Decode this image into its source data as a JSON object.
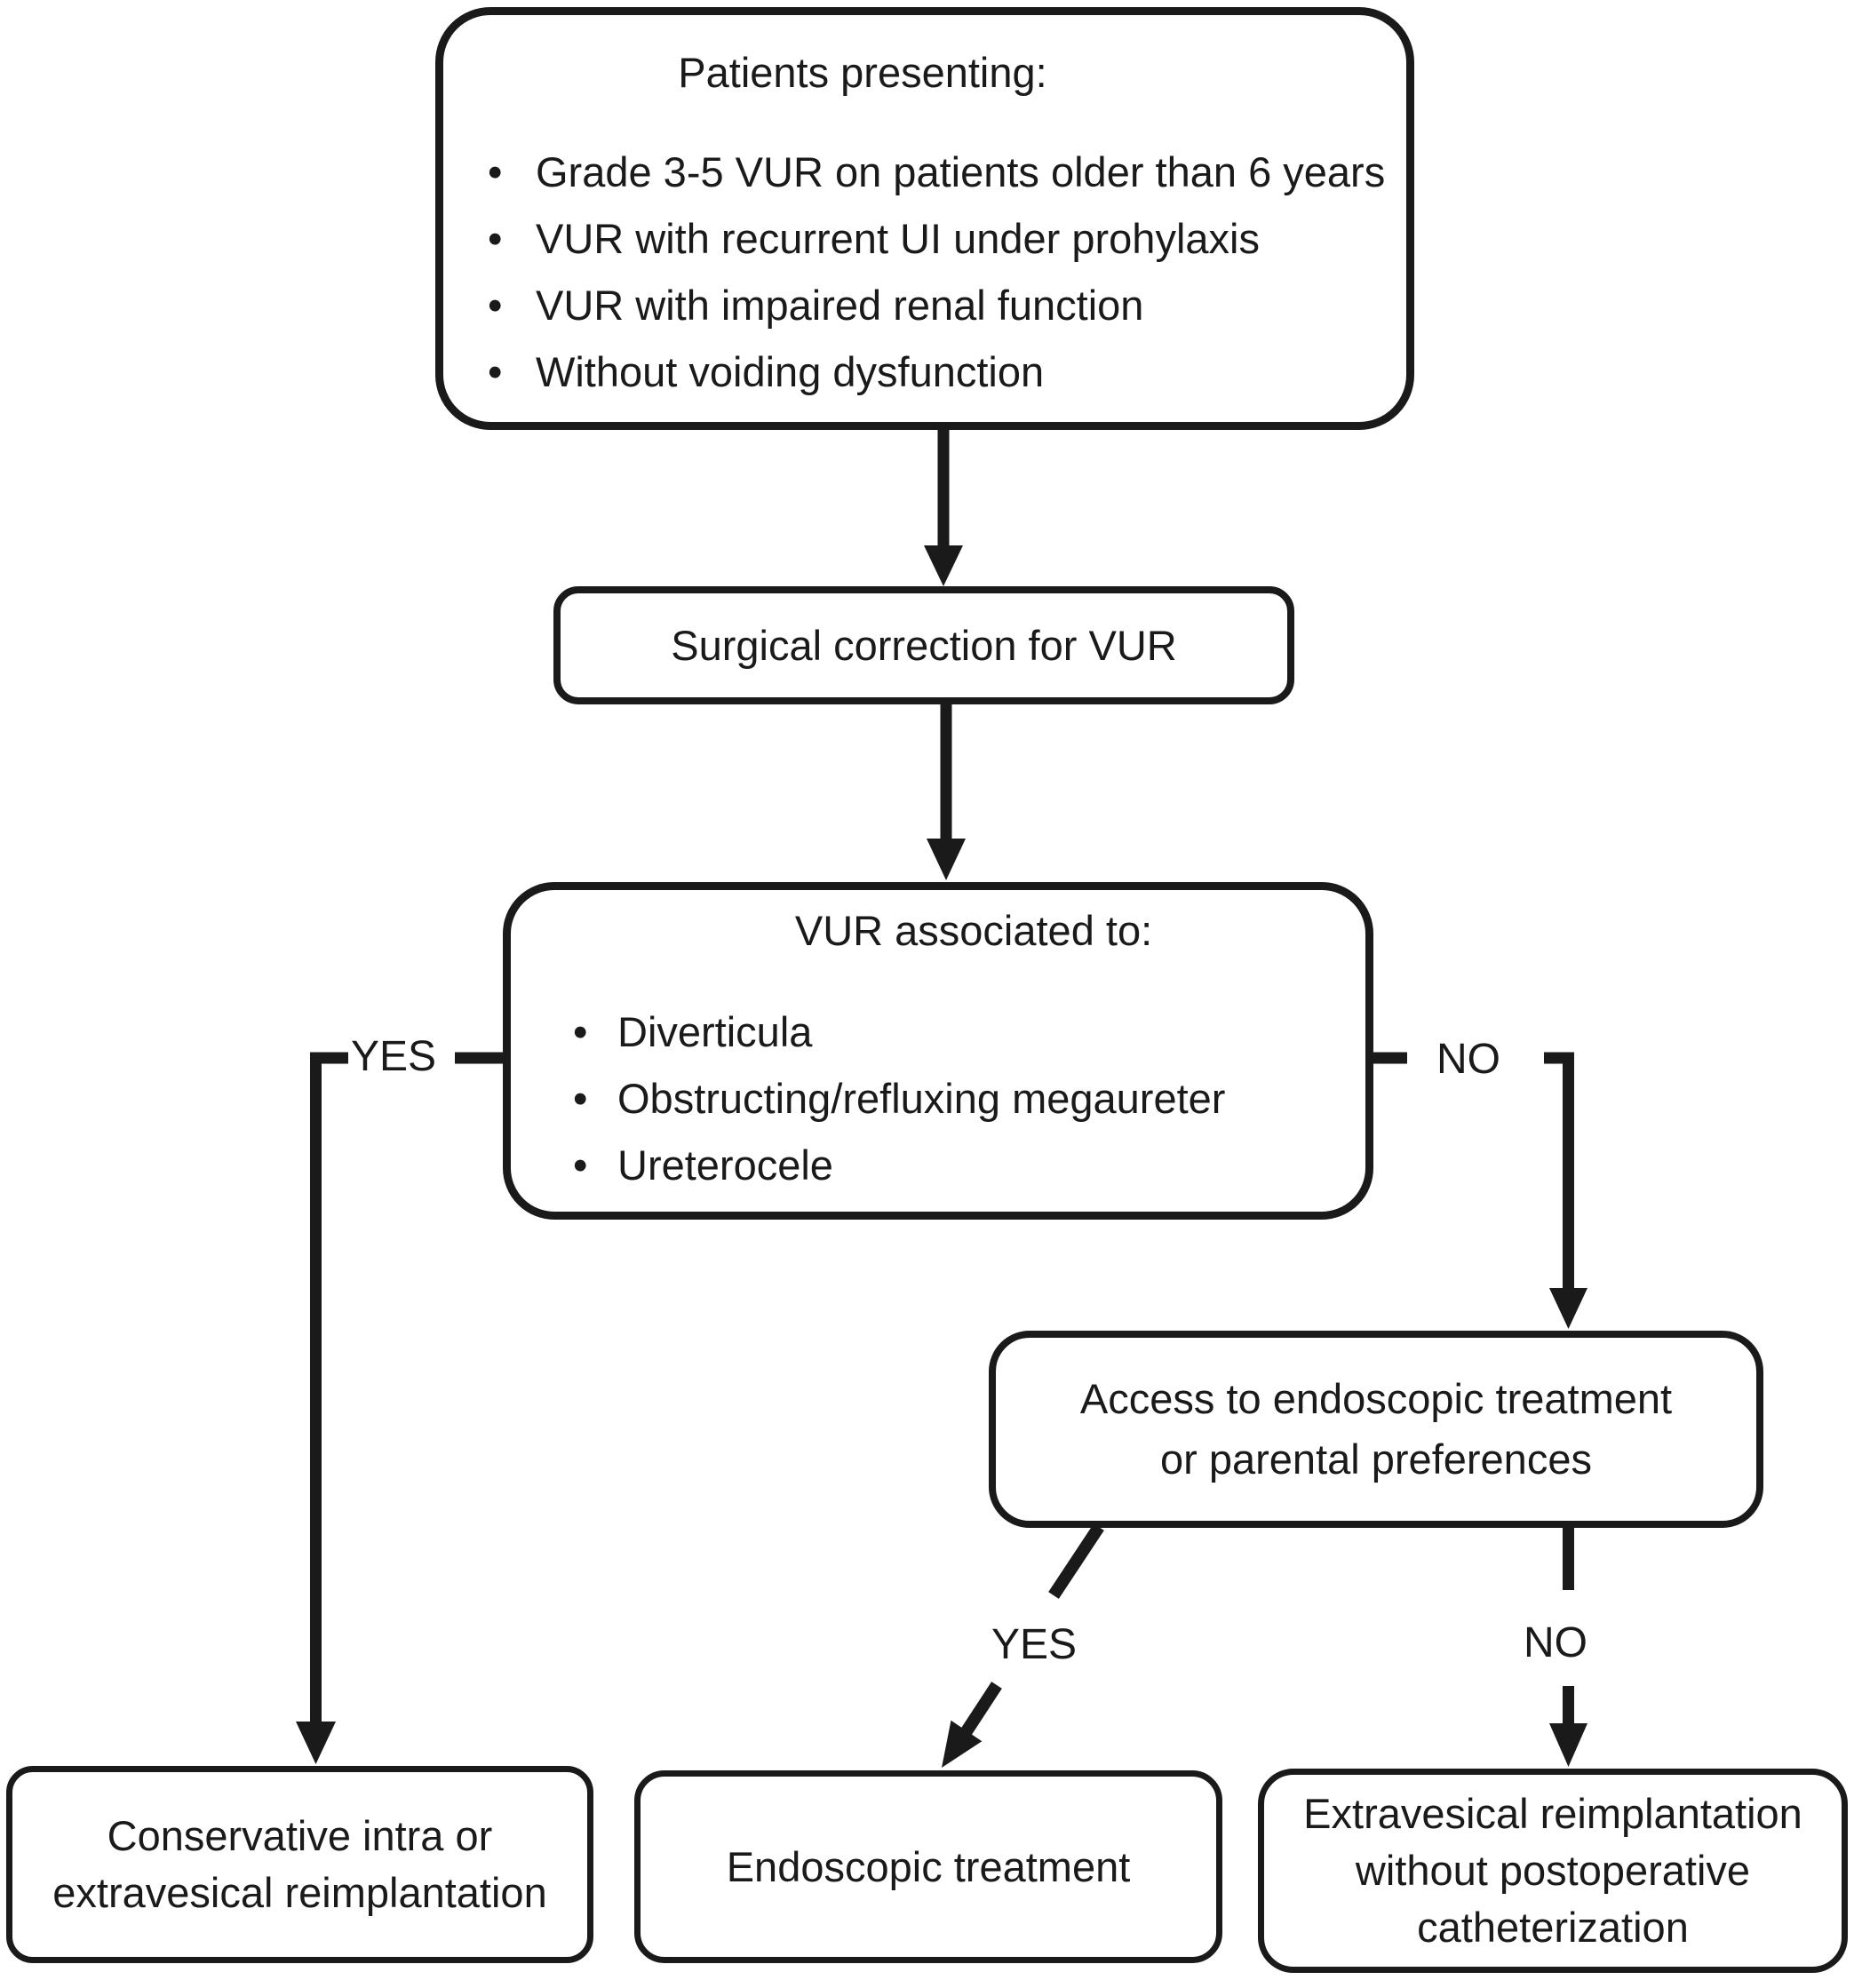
{
  "flowchart": {
    "nodes": {
      "patients": {
        "title": "Patients presenting:",
        "bullets": [
          "Grade 3-5 VUR on patients older than 6 years",
          "VUR with recurrent UI under prohylaxis",
          "VUR with impaired renal function",
          "Without voiding dysfunction"
        ]
      },
      "surgical": {
        "label": "Surgical correction for VUR"
      },
      "vur_associated": {
        "title": "VUR associated to:",
        "bullets": [
          "Diverticula",
          "Obstructing/refluxing megaureter",
          "Ureterocele"
        ]
      },
      "access": {
        "label": "Access to endoscopic treatment or parental preferences"
      },
      "conservative": {
        "label": "Conservative intra or extravesical reimplantation"
      },
      "endoscopic": {
        "label": "Endoscopic treatment"
      },
      "extravesical": {
        "label": "Extravesical reimplantation without postoperative catheterization"
      }
    },
    "branch_labels": {
      "vur_yes": "YES",
      "vur_no": "NO",
      "access_yes": "YES",
      "access_no": "NO"
    },
    "colors": {
      "line": "#1a1a1a",
      "text": "#1a1a1a",
      "background": "#ffffff"
    }
  }
}
